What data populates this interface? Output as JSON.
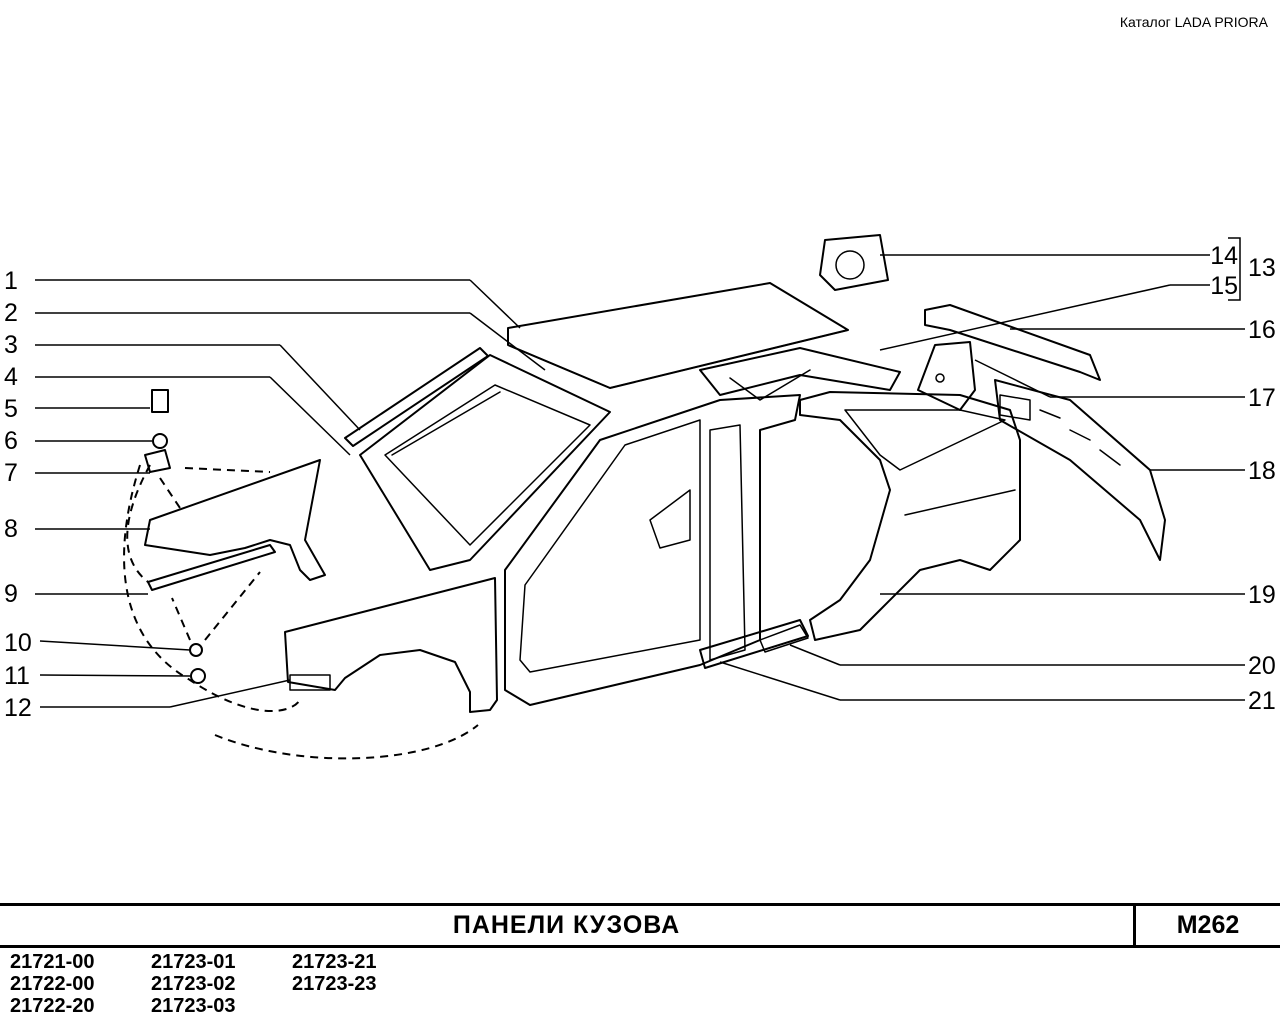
{
  "catalog_label": "Каталог LADA PRIORA",
  "title": "ПАНЕЛИ КУЗОВА",
  "sheet_code": "M262",
  "callouts_left": [
    "1",
    "2",
    "3",
    "4",
    "5",
    "6",
    "7",
    "8",
    "9",
    "10",
    "11",
    "12"
  ],
  "callouts_right": [
    "14",
    "15",
    "16",
    "17",
    "18",
    "19",
    "20",
    "21"
  ],
  "group_label": "13",
  "models": [
    [
      "21721-00",
      "21722-00",
      "21722-20"
    ],
    [
      "21723-01",
      "21723-02",
      "21723-03"
    ],
    [
      "21723-21",
      "21723-23"
    ]
  ]
}
